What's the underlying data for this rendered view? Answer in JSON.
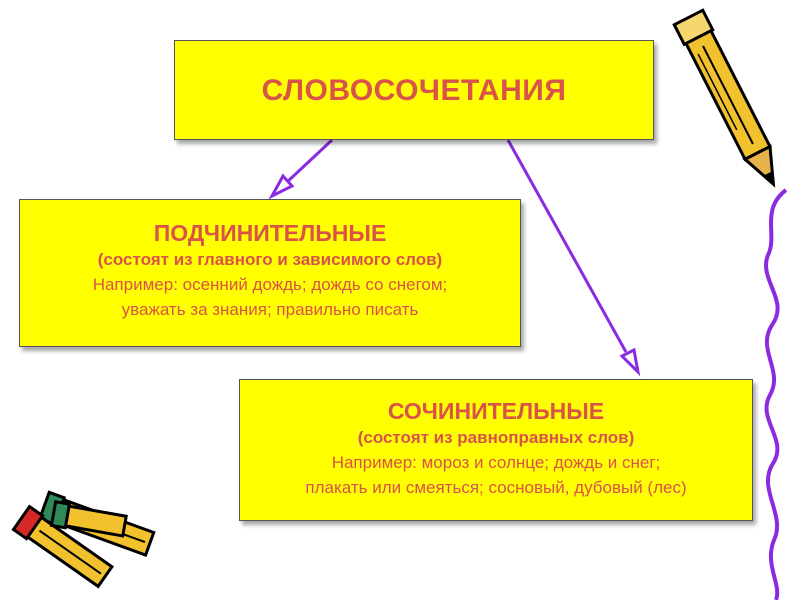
{
  "diagram": {
    "root": {
      "label": "СЛОВОСОЧЕТАНИЯ"
    },
    "subordinate": {
      "heading": "ПОДЧИНИТЕЛЬНЫЕ",
      "description": "(состоят из главного и зависимого слов)",
      "example_line1": "Например: осенний дождь; дождь со снегом;",
      "example_line2": "уважать за знания; правильно писать"
    },
    "coordinate": {
      "heading": "СОЧИНИТЕЛЬНЫЕ",
      "description": "(состоят из равноправных слов)",
      "example_line1": "Например: мороз и солнце; дождь и снег;",
      "example_line2": "плакать или смеяться; сосновый, дубовый (лес)"
    }
  },
  "colors": {
    "box_fill": "#ffff00",
    "text": "#d9534a",
    "arrow": "#8a2be2",
    "pencil_body": "#f2c12e",
    "line_purple": "#8a2be2"
  },
  "icons": [
    "pencil-icon",
    "arrow-icon",
    "wavy-line-icon"
  ]
}
